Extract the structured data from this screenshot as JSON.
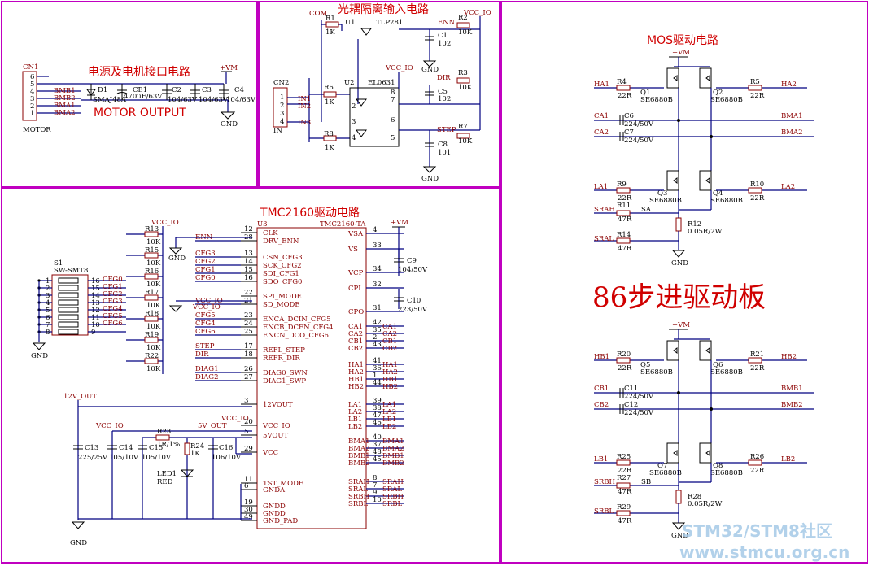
{
  "titles": {
    "power": "电源及电机接口电路",
    "motor_output": "MOTOR OUTPUT",
    "opto": "光耦隔离输入电路",
    "mos": "MOS驱动电路",
    "tmc": "TMC2160驱动电路",
    "board": "86步进驱动板"
  },
  "watermark": {
    "line1": "STM32/STM8社区",
    "line2": "www.stmcu.org.cn"
  },
  "power": {
    "conn": "CN1",
    "conn_label": "MOTOR",
    "pins": [
      "6",
      "5",
      "4",
      "3",
      "2",
      "1"
    ],
    "nets": [
      "BMB1",
      "BMB2",
      "BMA1",
      "BMA2"
    ],
    "d1": "D1",
    "d1_val": "SMAJ48A",
    "ce1": "CE1",
    "ce1_val": "470uF/63V",
    "c2": "C2",
    "c2_val": "104/63V",
    "c3": "C3",
    "c3_val": "104/63V",
    "c4": "C4",
    "c4_val": "104/63V",
    "vm": "+VM",
    "gnd": "GND"
  },
  "opto": {
    "com": "COM",
    "r1": "R1",
    "r1_val": "1K",
    "u1": "U1",
    "u1_val": "TLP281",
    "c1": "C1",
    "c1_val": "102",
    "r2": "R2",
    "r2_val": "10K",
    "vcc": "VCC_IO",
    "enn": "ENN",
    "gnd": "GND",
    "cn2": "CN2",
    "cn2_label": "IN",
    "pins": [
      "1",
      "2",
      "3",
      "4"
    ],
    "in1": "IN1",
    "in2": "IN2",
    "in3": "IN3",
    "r6": "R6",
    "r6_val": "1K",
    "r8": "R8",
    "r8_val": "1K",
    "u2": "U2",
    "u2_val": "EL0631",
    "vcc2": "VCC_IO",
    "dir": "DIR",
    "step": "STEP",
    "c5": "C5",
    "c5_val": "102",
    "r3": "R3",
    "r3_val": "10K",
    "r7": "R7",
    "r7_val": "10K",
    "c8": "C8",
    "c8_val": "101",
    "u2pins": [
      "2",
      "3",
      "4",
      "8",
      "7",
      "6",
      "5"
    ]
  },
  "mos": {
    "vm": "+VM",
    "gnd": "GND",
    "bridgeA": {
      "h1": "HA1",
      "h2": "HA2",
      "ca1": "CA1",
      "ca2": "CA2",
      "out1": "BMA1",
      "out2": "BMA2",
      "l1": "LA1",
      "l2": "LA2",
      "srah": "SRAH",
      "sral": "SRAL",
      "sa": "SA",
      "r4": "R4",
      "r5": "R5",
      "r9": "R9",
      "r10": "R10",
      "r11": "R11",
      "r12": "R12",
      "r14": "R14",
      "q1": "Q1",
      "q2": "Q2",
      "q3": "Q3",
      "q4": "Q4",
      "c6": "C6",
      "c7": "C7"
    },
    "bridgeB": {
      "h1": "HB1",
      "h2": "HB2",
      "ca1": "CB1",
      "ca2": "CB2",
      "out1": "BMB1",
      "out2": "BMB2",
      "l1": "LB1",
      "l2": "LB2",
      "srah": "SRBH",
      "sral": "SRBL",
      "sa": "SB",
      "r4": "R20",
      "r5": "R21",
      "r9": "R25",
      "r10": "R26",
      "r11": "R27",
      "r12": "R28",
      "r14": "R29",
      "q1": "Q5",
      "q2": "Q6",
      "q3": "Q7",
      "q4": "Q8",
      "c6": "C11",
      "c7": "C12"
    },
    "r22": "22R",
    "r47": "47R",
    "rs": "0.05R/2W",
    "q": "SE6880B",
    "cval": "224/50V"
  },
  "tmc": {
    "u3": "U3",
    "part": "TMC2160-TA",
    "vm": "+VM",
    "vcc": "VCC_IO",
    "gnd": "GND",
    "s1": "S1",
    "s1_val": "SW-SMT8",
    "sw_pins_l": [
      "1",
      "2",
      "3",
      "4",
      "5",
      "6",
      "7",
      "8"
    ],
    "sw_pins_r": [
      "16",
      "15",
      "14",
      "13",
      "12",
      "11",
      "10",
      "9"
    ],
    "cfg_labels": [
      "CFG0",
      "CFG1",
      "CFG2",
      "CFG3",
      "CFG4",
      "CFG5",
      "CFG6"
    ],
    "pullups": [
      "R13",
      "R15",
      "R16",
      "R17",
      "R18",
      "R19",
      "R22"
    ],
    "pull_val": "10K",
    "left_pins": [
      {
        "n": "12",
        "name": "CLK",
        "net": ""
      },
      {
        "n": "28",
        "name": "DRV_ENN",
        "net": "ENN"
      },
      {
        "n": "13",
        "name": "CSN_CFG3",
        "net": "CFG3"
      },
      {
        "n": "14",
        "name": "SCK_CFG2",
        "net": "CFG2"
      },
      {
        "n": "15",
        "name": "SDI_CFG1",
        "net": "CFG1"
      },
      {
        "n": "16",
        "name": "SDO_CFG0",
        "net": "CFG0"
      },
      {
        "n": "22",
        "name": "SPI_MODE",
        "net": ""
      },
      {
        "n": "21",
        "name": "SD_MODE",
        "net": "VCC_IO"
      },
      {
        "n": "23",
        "name": "ENCA_DCIN_CFG5",
        "net": "CFG5"
      },
      {
        "n": "24",
        "name": "ENCB_DCEN_CFG4",
        "net": "CFG4"
      },
      {
        "n": "25",
        "name": "ENCN_DCO_CFG6",
        "net": "CFG6"
      },
      {
        "n": "17",
        "name": "REFL_STEP",
        "net": "STEP"
      },
      {
        "n": "18",
        "name": "REFR_DIR",
        "net": "DIR"
      },
      {
        "n": "26",
        "name": "DIAG0_SWN",
        "net": "DIAG1"
      },
      {
        "n": "27",
        "name": "DIAG1_SWP",
        "net": "DIAG2"
      },
      {
        "n": "3",
        "name": "12VOUT",
        "net": ""
      },
      {
        "n": "20",
        "name": "VCC_IO",
        "net": ""
      },
      {
        "n": "5",
        "name": "5VOUT",
        "net": ""
      },
      {
        "n": "29",
        "name": "VCC",
        "net": ""
      },
      {
        "n": "11",
        "name": "TST_MODE",
        "net": ""
      },
      {
        "n": "6",
        "name": "GNDA",
        "net": ""
      },
      {
        "n": "19",
        "name": "GNDD",
        "net": ""
      },
      {
        "n": "30",
        "name": "GNDD",
        "net": ""
      },
      {
        "n": "49",
        "name": "GND_PAD",
        "net": ""
      }
    ],
    "right_pins": [
      {
        "n": "4",
        "name": "VSA",
        "net": ""
      },
      {
        "n": "33",
        "name": "VS",
        "net": ""
      },
      {
        "n": "34",
        "name": "VCP",
        "net": ""
      },
      {
        "n": "32",
        "name": "CPI",
        "net": ""
      },
      {
        "n": "31",
        "name": "CPO",
        "net": ""
      },
      {
        "n": "42",
        "name": "CA1",
        "net": "CA1"
      },
      {
        "n": "35",
        "name": "CA2",
        "net": "CA2"
      },
      {
        "n": "2",
        "name": "CB1",
        "net": "CB1"
      },
      {
        "n": "43",
        "name": "CB2",
        "net": "CB2"
      },
      {
        "n": "41",
        "name": "HA1",
        "net": "HA1"
      },
      {
        "n": "36",
        "name": "HA2",
        "net": "HA2"
      },
      {
        "n": "1",
        "name": "HB1",
        "net": "HB1"
      },
      {
        "n": "44",
        "name": "HB2",
        "net": "HB2"
      },
      {
        "n": "39",
        "name": "LA1",
        "net": "LA1"
      },
      {
        "n": "38",
        "name": "LA2",
        "net": "LA2"
      },
      {
        "n": "47",
        "name": "LB1",
        "net": "LB1"
      },
      {
        "n": "46",
        "name": "LB2",
        "net": "LB2"
      },
      {
        "n": "40",
        "name": "BMA1",
        "net": "BMA1"
      },
      {
        "n": "37",
        "name": "BMA2",
        "net": "BMA2"
      },
      {
        "n": "48",
        "name": "BMB1",
        "net": "BMB1"
      },
      {
        "n": "45",
        "name": "BMB2",
        "net": "BMB2"
      },
      {
        "n": "8",
        "name": "SRAH",
        "net": "SRAH"
      },
      {
        "n": "7",
        "name": "SRAL",
        "net": "SRAL"
      },
      {
        "n": "9",
        "name": "SRBH",
        "net": "SRBH"
      },
      {
        "n": "10",
        "name": "SRBL",
        "net": "SRBL"
      }
    ],
    "c9": "C9",
    "c9_val": "104/50V",
    "c10": "C10",
    "c10_val": "223/50V",
    "v12": "12V_OUT",
    "v5": "5V_OUT",
    "c13": "C13",
    "c13_val": "225/25V",
    "c14": "C14",
    "c14_val": "105/10V",
    "c15": "C15",
    "c15_val": "105/10V",
    "r23": "R23",
    "r23_val": "1R/1%",
    "r24": "R24",
    "r24_val": "1K",
    "c16": "C16",
    "c16_val": "106/10V",
    "led": "LED1",
    "led_val": "RED"
  }
}
